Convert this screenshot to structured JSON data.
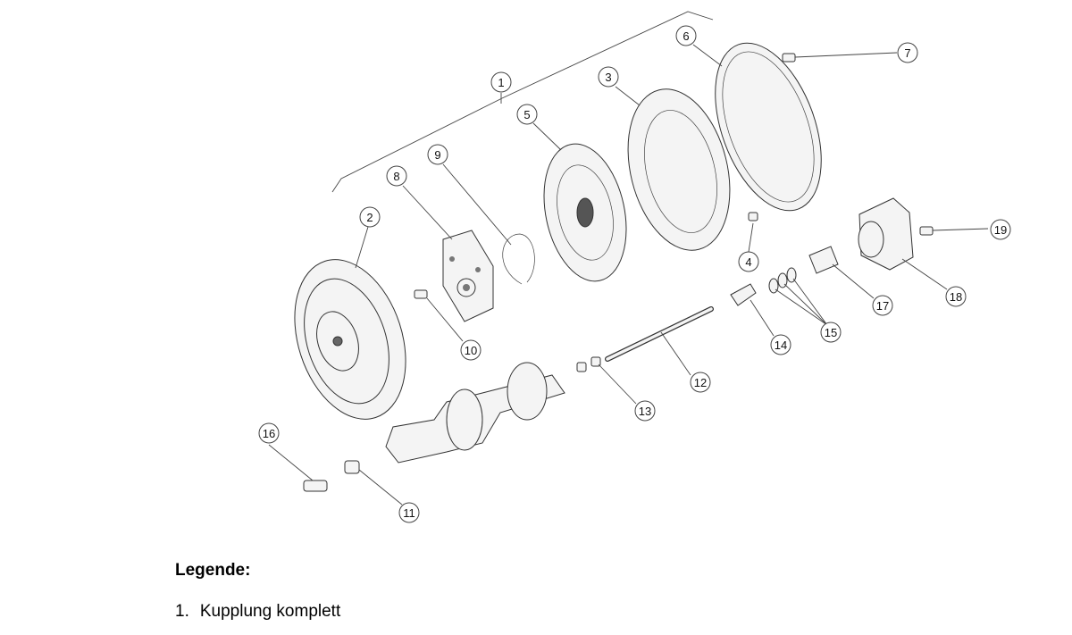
{
  "callouts": [
    "1",
    "2",
    "3",
    "4",
    "5",
    "6",
    "7",
    "8",
    "9",
    "10",
    "11",
    "12",
    "13",
    "14",
    "15",
    "16",
    "17",
    "18",
    "19"
  ],
  "legend": {
    "title": "Legende:",
    "items": [
      {
        "number": "1.",
        "label": "Kupplung komplett"
      }
    ]
  }
}
